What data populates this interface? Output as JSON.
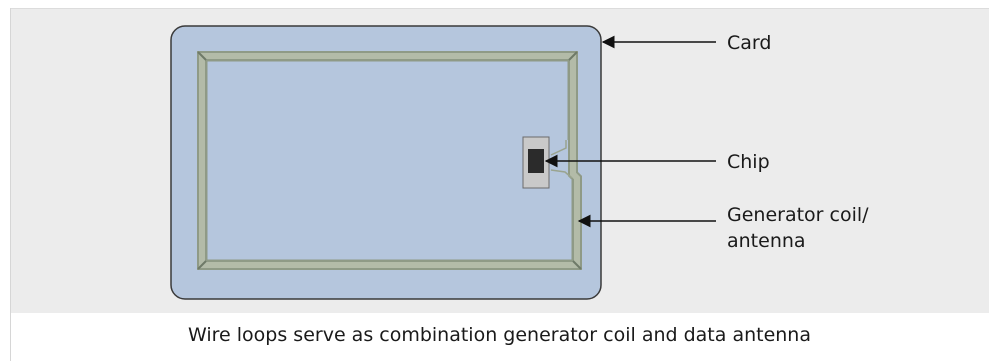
{
  "diagram": {
    "labels": {
      "card": "Card",
      "chip": "Chip",
      "coil_line1": "Generator coil/",
      "coil_line2": "antenna"
    },
    "caption": "Wire loops serve as combination generator coil and data antenna"
  },
  "colors": {
    "panel_background": "#ececec",
    "card_fill": "#b5c6dd",
    "card_border": "#3a3a3a",
    "coil_wire": "#a9b39e",
    "coil_edge": "#8f9a86",
    "chip_module": "#c9c9c9",
    "chip_die": "#2b2b2b",
    "arrow": "#111111"
  }
}
